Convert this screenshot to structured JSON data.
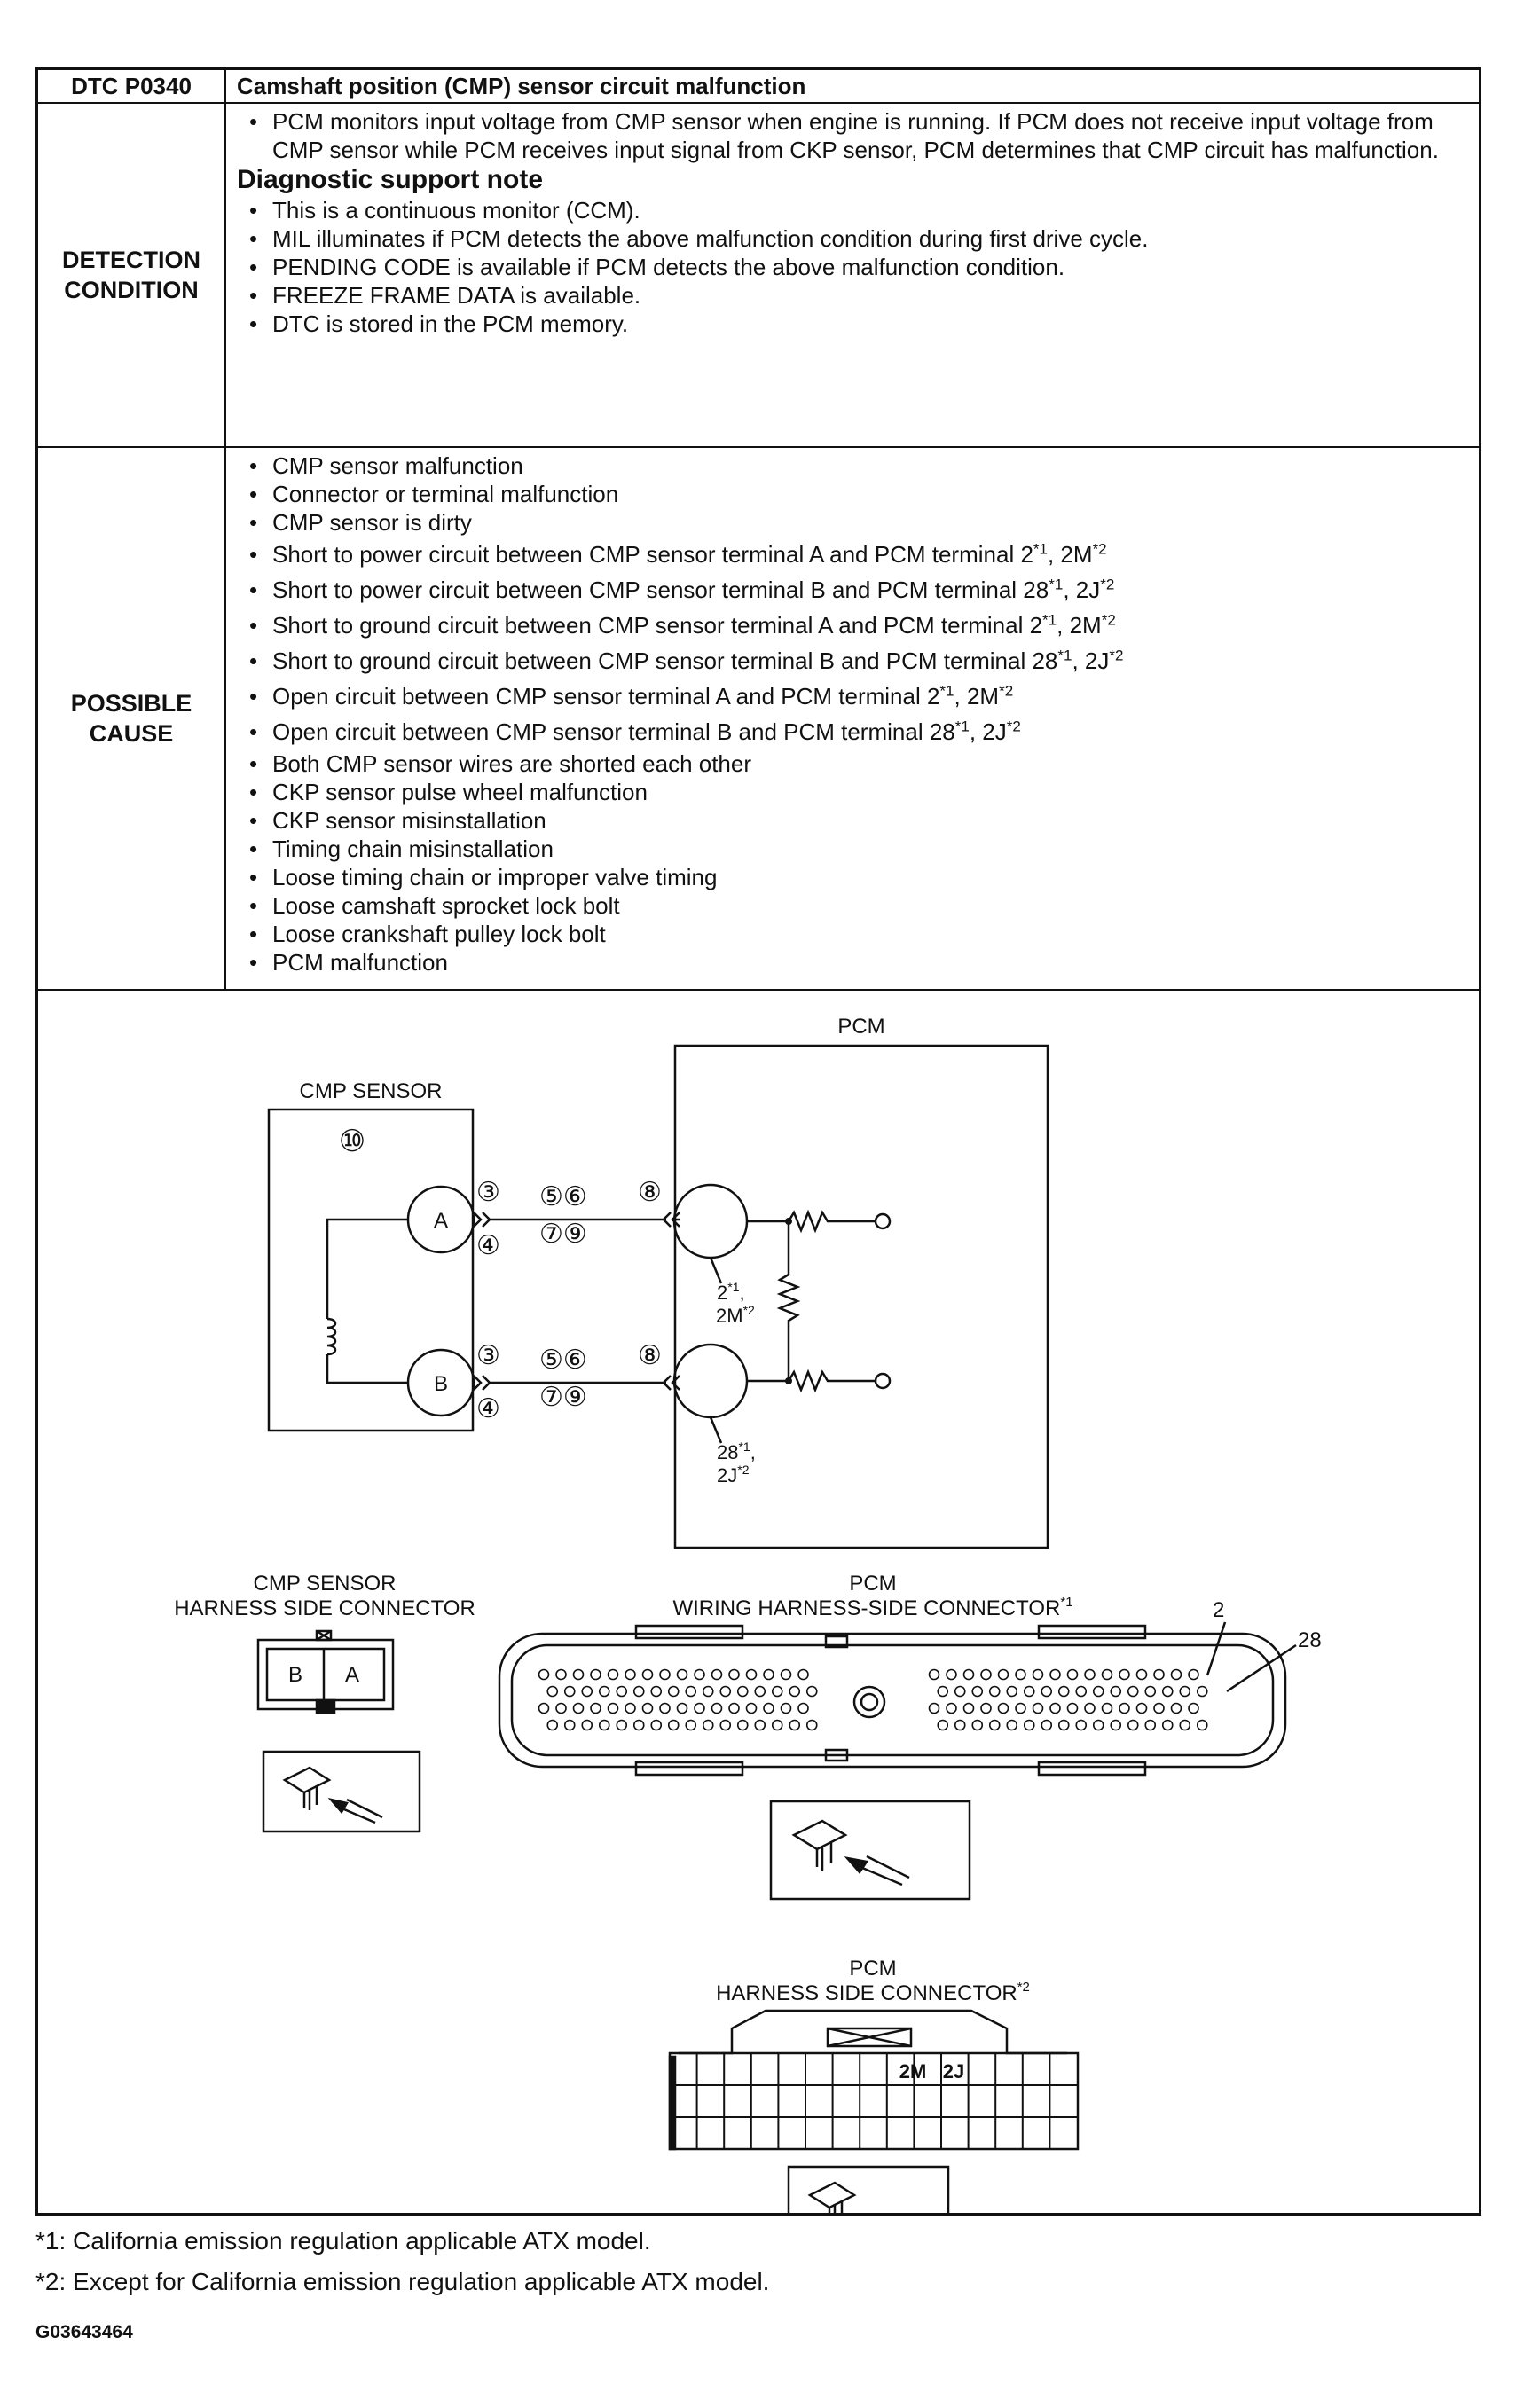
{
  "header": {
    "code": "DTC P0340",
    "title": "Camshaft position (CMP) sensor circuit malfunction"
  },
  "detection": {
    "label_line1": "DETECTION",
    "label_line2": "CONDITION",
    "intro": "PCM monitors input voltage from CMP sensor when engine is running. If PCM does not receive input voltage from CMP sensor while PCM receives input signal from CKP sensor, PCM determines that CMP circuit has malfunction.",
    "support_heading": "Diagnostic support note",
    "notes": [
      "This is a continuous monitor (CCM).",
      "MIL illuminates if PCM detects the above malfunction condition during first drive cycle.",
      "PENDING CODE is available if PCM detects the above malfunction condition.",
      "FREEZE FRAME DATA is available.",
      "DTC is stored in the PCM memory."
    ]
  },
  "cause": {
    "label_line1": "POSSIBLE",
    "label_line2": "CAUSE",
    "items": [
      "CMP sensor malfunction",
      "Connector or terminal malfunction",
      "CMP sensor is dirty",
      {
        "text": "Short to power circuit between CMP sensor terminal A and PCM terminal 2",
        "s1": "*1",
        "mid": ", 2M",
        "s2": "*2"
      },
      {
        "text": "Short to power circuit between CMP sensor terminal B and PCM terminal 28",
        "s1": "*1",
        "mid": ", 2J",
        "s2": "*2"
      },
      {
        "text": "Short to ground circuit between CMP sensor terminal A and PCM terminal 2",
        "s1": "*1",
        "mid": ", 2M",
        "s2": "*2"
      },
      {
        "text": "Short to ground circuit between CMP sensor terminal B and PCM terminal 28",
        "s1": "*1",
        "mid": ", 2J",
        "s2": "*2"
      },
      {
        "text": "Open circuit between CMP sensor terminal A and PCM terminal 2",
        "s1": "*1",
        "mid": ", 2M",
        "s2": "*2"
      },
      {
        "text": "Open circuit between CMP sensor terminal B and PCM terminal 28",
        "s1": "*1",
        "mid": ", 2J",
        "s2": "*2"
      },
      "Both CMP sensor wires are shorted each other",
      "CKP sensor pulse wheel malfunction",
      "CKP sensor misinstallation",
      "Timing chain misinstallation",
      "Loose timing chain or improper valve timing",
      "Loose camshaft sprocket lock bolt",
      "Loose crankshaft pulley lock bolt",
      "PCM malfunction"
    ]
  },
  "diagram": {
    "pcm_label": "PCM",
    "sensor_label": "CMP SENSOR",
    "sensor_num": "⑩",
    "term_a": "A",
    "term_b": "B",
    "c3": "③",
    "c4": "④",
    "c56": "⑤⑥",
    "c79": "⑦⑨",
    "c8": "⑧",
    "pcm_t1_a": "2",
    "pcm_t1_a_s": "*1",
    "pcm_t1_b": "2M",
    "pcm_t1_b_s": "*2",
    "pcm_t2_a": "28",
    "pcm_t2_a_s": "*1",
    "pcm_t2_b": "2J",
    "pcm_t2_b_s": "*2",
    "conn1_line1": "CMP SENSOR",
    "conn1_line2": "HARNESS SIDE CONNECTOR",
    "conn1_b": "B",
    "conn1_a": "A",
    "conn2_line1": "PCM",
    "conn2_line2": "WIRING HARNESS-SIDE CONNECTOR",
    "conn2_s": "*1",
    "pin_2": "2",
    "pin_28": "28",
    "conn3_line1": "PCM",
    "conn3_line2": "HARNESS SIDE CONNECTOR",
    "conn3_s": "*2",
    "pin_2m": "2M",
    "pin_2j": "2J"
  },
  "footnotes": {
    "n1": "*1:  California emission regulation applicable ATX model.",
    "n2": "*2:  Except for California emission regulation applicable ATX model."
  },
  "figure_id": "G03643464"
}
